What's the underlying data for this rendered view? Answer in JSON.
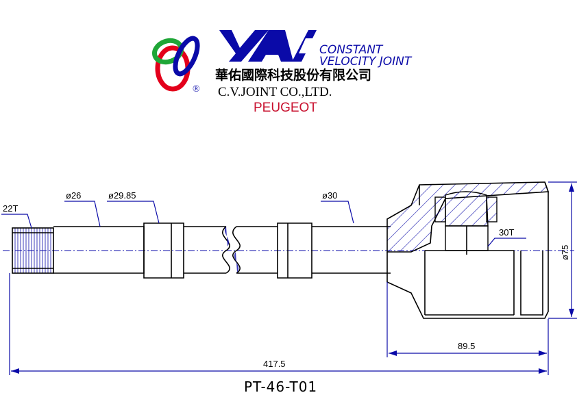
{
  "header": {
    "logo_text": "YAC",
    "registered_mark": "®",
    "product_line1": "CONSTANT",
    "product_line2": "VELOCITY JOINT",
    "company_chinese": "華佑國際科技股份有限公司",
    "company_english": "C.V.JOINT CO.,LTD.",
    "brand": "PEUGEOT"
  },
  "dimensions": {
    "spline_teeth_outer": "22T",
    "diameter_1": "ø26",
    "diameter_2": "ø29.85",
    "diameter_3": "ø30",
    "spline_teeth_inner": "30T",
    "housing_diameter": "ø75",
    "housing_length": "89.5",
    "overall_length": "417.5"
  },
  "part_number": "PT-46-T01",
  "colors": {
    "logo_blue": "#0a0aa8",
    "logo_red": "#e3001b",
    "logo_green": "#1fa637",
    "drawing_blue": "#0a0aa8",
    "brand_red": "#c8102e"
  }
}
